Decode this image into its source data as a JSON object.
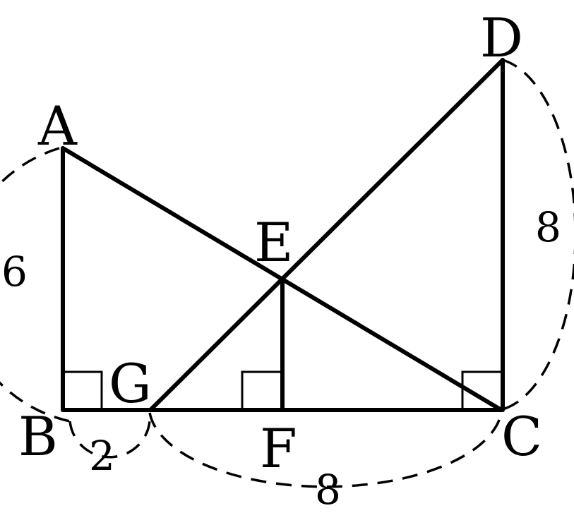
{
  "points": {
    "A": "A",
    "B": "B",
    "C": "C",
    "D": "D",
    "E": "E",
    "F": "F",
    "G": "G"
  },
  "lengths": {
    "AB": "6",
    "BG": "2",
    "GC": "8",
    "DC": "8"
  },
  "colors": {
    "stroke": "#000000",
    "background": "#ffffff"
  }
}
